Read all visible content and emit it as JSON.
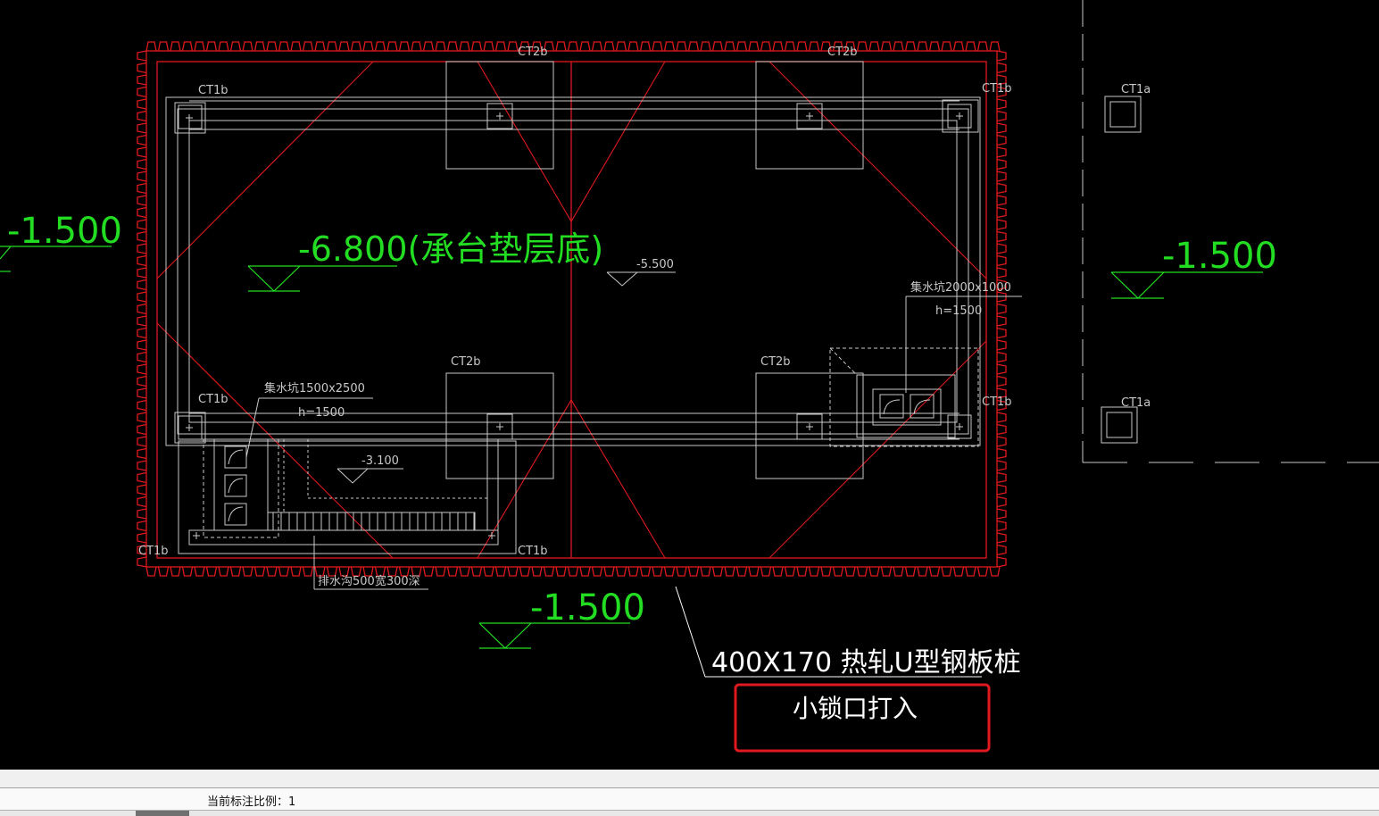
{
  "colors": {
    "background": "#000000",
    "pile_wall": "#e0191e",
    "outline": "#c8c8c8",
    "elevation_text": "#22dd22",
    "annotation_text": "#ffffff",
    "highlight_box": "#e0191e"
  },
  "drawing": {
    "labels": {
      "ct2b_top_left": "CT2b",
      "ct2b_top_right": "CT2b",
      "ct1b_top_left": "CT1b",
      "ct1b_top_right": "CT1b",
      "ct1b_mid_left": "CT1b",
      "ct1b_mid_right": "CT1b",
      "ct1b_bottom_left": "CT1b",
      "ct1b_bottom_mid": "CT1b",
      "ct2b_mid_left": "CT2b",
      "ct2b_mid_right": "CT2b",
      "ct1a_upper": "CT1a",
      "ct1a_lower": "CT1a"
    },
    "elevations": {
      "left_edge": "-1.500",
      "right_side": "-1.500",
      "bottom": "-1.500",
      "pit_floor": "-6.800(承台垫层底)",
      "center_small": "-5.500",
      "sump_small": "-3.100"
    },
    "sumps": {
      "left_size": "集水坑1500x2500",
      "left_depth": "h=1500",
      "right_size": "集水坑2000x1000",
      "right_depth": "h=1500",
      "drain_ditch": "排水沟500宽300深"
    },
    "callout": {
      "pile_spec": "400X170 热轧U型钢板桩",
      "method_note": "小锁口打入"
    }
  },
  "status_bar": {
    "scale_label": "当前标注比例：1"
  }
}
